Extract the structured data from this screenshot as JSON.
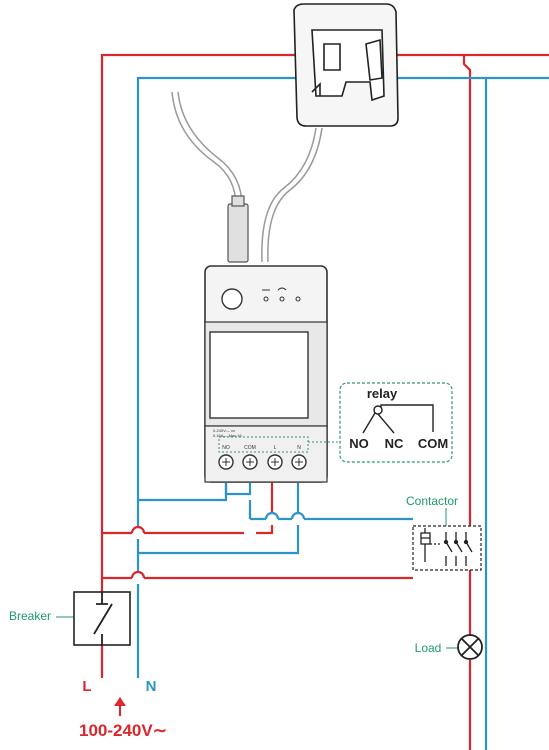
{
  "labels": {
    "relay": "relay",
    "no": "NO",
    "nc": "NC",
    "com": "COM",
    "contactor": "Contactor",
    "breaker": "Breaker",
    "load": "Load",
    "live": "L",
    "neutral": "N",
    "voltage": "100-240V∼"
  },
  "device": {
    "spec_line_1": "0-240V— xx",
    "spec_line_2": "0.16A— Max 16",
    "terminals": [
      "NO",
      "COM",
      "L",
      "N"
    ]
  },
  "colors": {
    "live_wire": "#d8272d",
    "neutral_wire": "#2e93c8",
    "label_green": "#1f9a6a",
    "annotation_red": "#d8272d",
    "outline": "#222222",
    "device_body": "#f4f4f4"
  },
  "icons": [
    "ct-clamp-icon",
    "breaker-switch-icon",
    "lamp-load-icon",
    "contactor-coil-icon",
    "relay-switch-icon"
  ]
}
